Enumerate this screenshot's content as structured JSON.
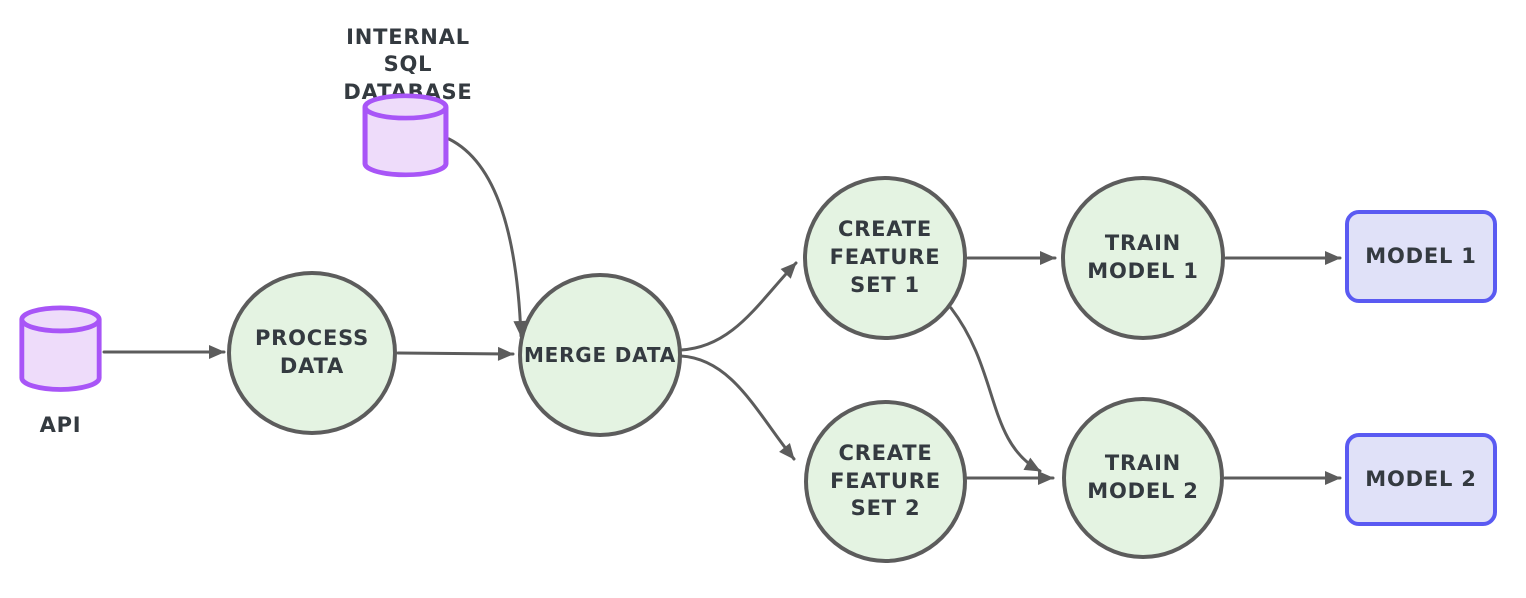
{
  "diagram": {
    "type": "flowchart",
    "background": "#ffffff",
    "nodes": {
      "api": {
        "shape": "cylinder",
        "role": "datastore",
        "label": "API"
      },
      "internal_sql_database": {
        "shape": "cylinder",
        "role": "datastore",
        "lines": [
          "INTERNAL SQL",
          "DATABASE"
        ]
      },
      "process_data": {
        "shape": "circle",
        "role": "process",
        "lines": [
          "PROCESS",
          "DATA"
        ]
      },
      "merge_data": {
        "shape": "circle",
        "role": "process",
        "lines": [
          "MERGE DATA"
        ]
      },
      "create_feature_set_1": {
        "shape": "circle",
        "role": "process",
        "lines": [
          "CREATE",
          "FEATURE",
          "SET 1"
        ]
      },
      "create_feature_set_2": {
        "shape": "circle",
        "role": "process",
        "lines": [
          "CREATE",
          "FEATURE",
          "SET 2"
        ]
      },
      "train_model_1": {
        "shape": "circle",
        "role": "process",
        "lines": [
          "TRAIN",
          "MODEL 1"
        ]
      },
      "train_model_2": {
        "shape": "circle",
        "role": "process",
        "lines": [
          "TRAIN",
          "MODEL 2"
        ]
      },
      "model_1": {
        "shape": "rounded-rect",
        "role": "output",
        "label": "MODEL 1"
      },
      "model_2": {
        "shape": "rounded-rect",
        "role": "output",
        "label": "MODEL 2"
      }
    },
    "edges": [
      {
        "from": "api",
        "to": "process_data"
      },
      {
        "from": "process_data",
        "to": "merge_data"
      },
      {
        "from": "internal_sql_database",
        "to": "merge_data"
      },
      {
        "from": "merge_data",
        "to": "create_feature_set_1"
      },
      {
        "from": "merge_data",
        "to": "create_feature_set_2"
      },
      {
        "from": "create_feature_set_1",
        "to": "train_model_1"
      },
      {
        "from": "create_feature_set_1",
        "to": "train_model_2"
      },
      {
        "from": "create_feature_set_2",
        "to": "train_model_2"
      },
      {
        "from": "train_model_1",
        "to": "model_1"
      },
      {
        "from": "train_model_2",
        "to": "model_2"
      }
    ],
    "colors": {
      "process_fill": "#e4f3e2",
      "process_stroke": "#5c5c5c",
      "datastore_fill": "#eedcfa",
      "datastore_stroke": "#a855f7",
      "output_fill": "#e0e1f8",
      "output_stroke": "#5a5af2",
      "arrow": "#5c5c5c",
      "text": "#343a40"
    }
  }
}
